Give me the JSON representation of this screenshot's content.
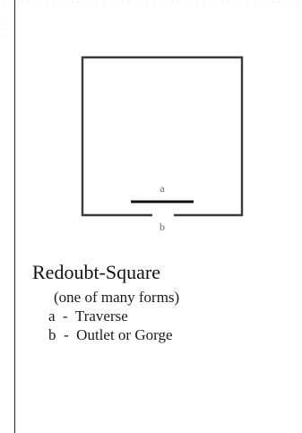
{
  "diagram": {
    "title": "Redoubt-Square",
    "subtitle": "(one of many forms)",
    "legend": [
      {
        "key": "a",
        "text": "Traverse"
      },
      {
        "key": "b",
        "text": "Outlet or Gorge"
      }
    ],
    "label_a": "a",
    "label_b": "b",
    "separator": "-"
  }
}
